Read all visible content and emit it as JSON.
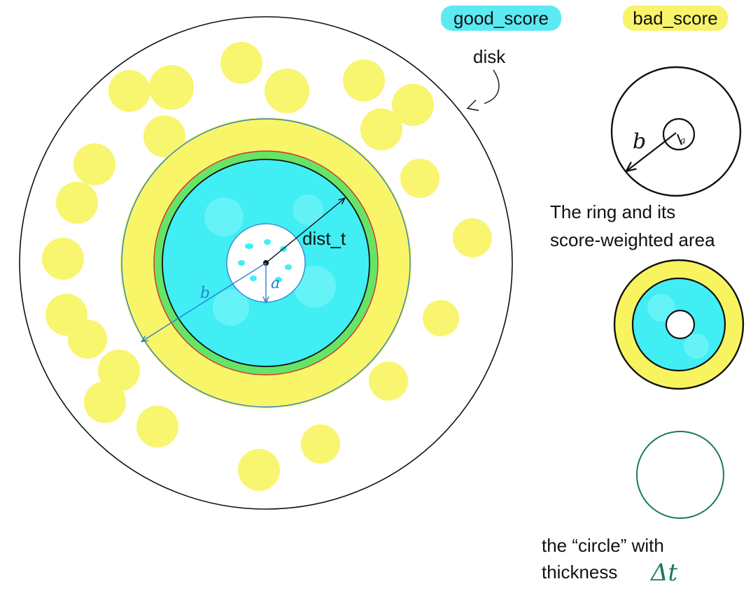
{
  "legend": {
    "good": {
      "text": "good_score",
      "color": "#3ee6f0"
    },
    "bad": {
      "text": "bad_score",
      "color": "#f7f25a"
    }
  },
  "main_diagram": {
    "disk_label": "disk",
    "dist_label": "dist_t",
    "inner_radius_label": "a",
    "outer_radius_label": "b"
  },
  "side_ring": {
    "outer_radius_label": "b",
    "inner_radius_label": "a",
    "caption_lines": [
      "The ring and its",
      "score-weighted area"
    ]
  },
  "circle_panel": {
    "caption_line1": "the “circle” with",
    "caption_line2": "thickness",
    "delta_label": "Δt"
  },
  "colors": {
    "cyan": "#40eef4",
    "yellow": "#f8f460",
    "green": "#66e466",
    "blue_line": "#2a7fd0",
    "red_line": "#d43030",
    "teal": "#1a7a5a"
  }
}
